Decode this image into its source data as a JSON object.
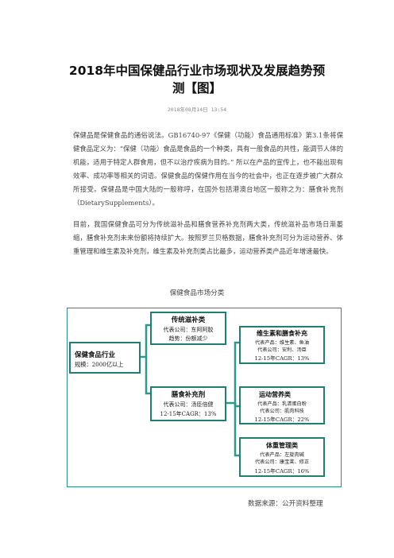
{
  "article": {
    "title_line1": "2018年中国保健品行业市场现状及发展趋势预",
    "title_line2": "测【图】",
    "date": "2018年08月14日 13:54",
    "paragraph1": "保健品是保健食品的通俗说法。GB16740-97《保健（功能）食品通用标准》第3.1条将保健食品定义为：“保健（功能）食品是食品的一个种类，具有一般食品的共性，能调节人体的机能，适用于特定人群食用，但不以治疗疾病为目的。” 所以在产品的宣传上，也不能出现有效率、成功率等相关的词语。保健食品的保健作用在当今的社会中，也正在逐步被广大群众所接受。保健品是中国大陆的一般称呼，在国外包括港澳台地区一般称之为：膳食补充剂（DietarySupplements）。",
    "paragraph2": "目前，我国保健食品可分为传统滋补品和膳食营养补充剂两大类，传统滋补品市场日渐萎缩，膳食补充剂未来份额将持续扩大。按照罗兰贝格数据，膳食补充剂可分为运动营养、体重管理和维生素及补充剂，维生素及补充剂类占比最多，运动营养类产品近年增速最快。",
    "figure_caption": "保健食品市场分类",
    "source": "数据来源：公开资料整理"
  },
  "diagram": {
    "root": {
      "title": "保健食品行业",
      "line1": "规模：2000亿以上"
    },
    "traditional": {
      "title": "传统滋补类",
      "line1": "代表公司：东阿阿胶",
      "line2": "趋势：份额减少"
    },
    "supplements": {
      "title": "膳食补充剂",
      "line1": "代表公司：汤臣倍健",
      "line2": "12-15年CAGR：13%"
    },
    "vitamins": {
      "title": "维生素和膳食补充",
      "line1": "代表产品：维生素、鱼油",
      "line2": "代表公司：安利、汤臣",
      "line3": "12-15年CAGR：13%"
    },
    "sports": {
      "title": "运动营养类",
      "line1": "代表产品：乳清蛋白粉",
      "line2": "代表公司：肌肉科技",
      "line3": "12-15年CAGR：22%"
    },
    "weight": {
      "title": "体重管理类",
      "line1": "代表产品：左旋肉碱",
      "line2": "代表公司：康宝莱、修正",
      "line3": "12-15年CAGR：16%"
    },
    "colors": {
      "frame": "#2e8f86",
      "box_fill": "#ffffff",
      "box_border": "#1f7f73",
      "connector": "#2a9a8c"
    }
  }
}
